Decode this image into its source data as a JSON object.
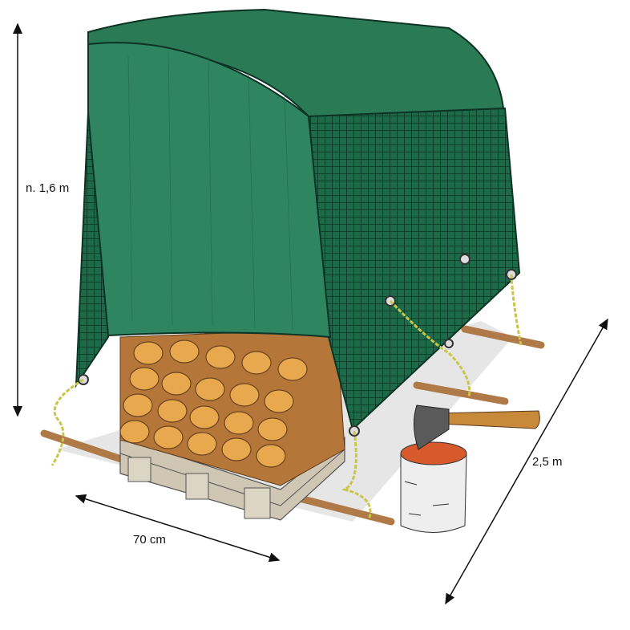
{
  "dimensions": {
    "height_label": "n. 1,6 m",
    "width_label": "70 cm",
    "length_label": "2,5 m"
  },
  "colors": {
    "tarp": "#1f6b4a",
    "tarp_dark": "#14533a",
    "wood": "#d89a45",
    "pallet": "#cfc6b4"
  }
}
